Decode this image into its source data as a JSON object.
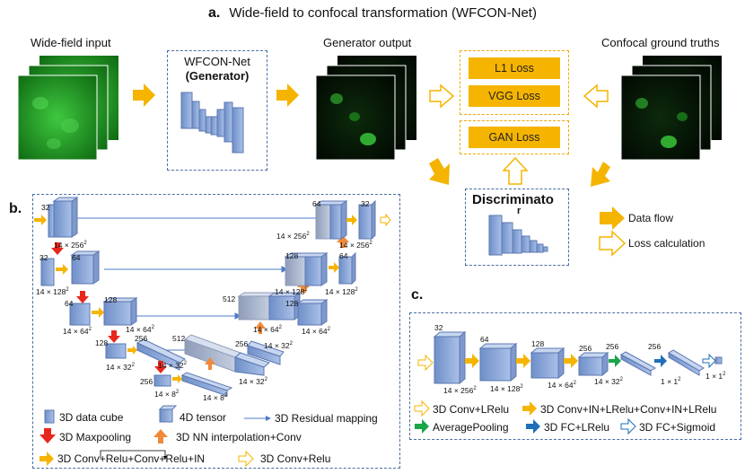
{
  "title": {
    "letter": "a.",
    "text": "Wide-field to confocal transformation (WFCON-Net)"
  },
  "panel_a": {
    "input_label": "Wide-field input",
    "generator_label_line1": "WFCON-Net",
    "generator_label_line2": "(Generator)",
    "output_label": "Generator output",
    "gt_label": "Confocal ground truths",
    "losses": [
      "L1 Loss",
      "VGG Loss",
      "GAN Loss"
    ],
    "discriminator_label": "Discriminato",
    "discriminator_label2": "r",
    "legend_data_flow": "Data flow",
    "legend_loss_calc": "Loss calculation"
  },
  "panel_b": {
    "letter": "b.",
    "channels": [
      "32",
      "32",
      "64",
      "64",
      "128",
      "128",
      "256",
      "256",
      "512",
      "512",
      "256",
      "256",
      "128",
      "128",
      "64",
      "64",
      "32"
    ],
    "dims": {
      "d256": "14 × 256",
      "d128": "14 × 128",
      "d64": "14 × 64",
      "d32": "14 × 32",
      "d8": "14 × 8",
      "sq": "2"
    },
    "legend": {
      "data_cube": "3D data cube",
      "tensor4d": "4D tensor",
      "residual": "3D Residual mapping",
      "maxpool": "3D Maxpooling",
      "nn_interp": "3D NN interpolation+Conv",
      "conv_block": "3D Conv+Relu+Conv+Relu+IN",
      "conv_relu": "3D Conv+Relu"
    }
  },
  "panel_c": {
    "letter": "c.",
    "channels": [
      "32",
      "64",
      "128",
      "256",
      "256",
      "256"
    ],
    "dims": [
      "14 × 256",
      "14 × 128",
      "14 × 64",
      "14 × 32",
      "1 × 1",
      "1 × 1"
    ],
    "sq": "2",
    "legend": {
      "conv_lrelu": "3D Conv+LRelu",
      "conv_in_lrelu": "3D Conv+IN+LRelu+Conv+IN+LRelu",
      "avgpool": "AveragePooling",
      "fc_lrelu": "3D FC+LRelu",
      "fc_sigmoid": "3D FC+Sigmoid"
    }
  },
  "colors": {
    "flow_arrow": "#f5b400",
    "dashed_border": "#4a6ea0",
    "cube_blue": "#8fa8d8",
    "maxpool_red": "#e8261c",
    "interp_orange": "#f08a3a",
    "residual_line": "#4d7bc8",
    "avgpool_green": "#1aa54a",
    "fc_blue": "#1e6fb8",
    "fluor_green": "#1fa81f"
  }
}
